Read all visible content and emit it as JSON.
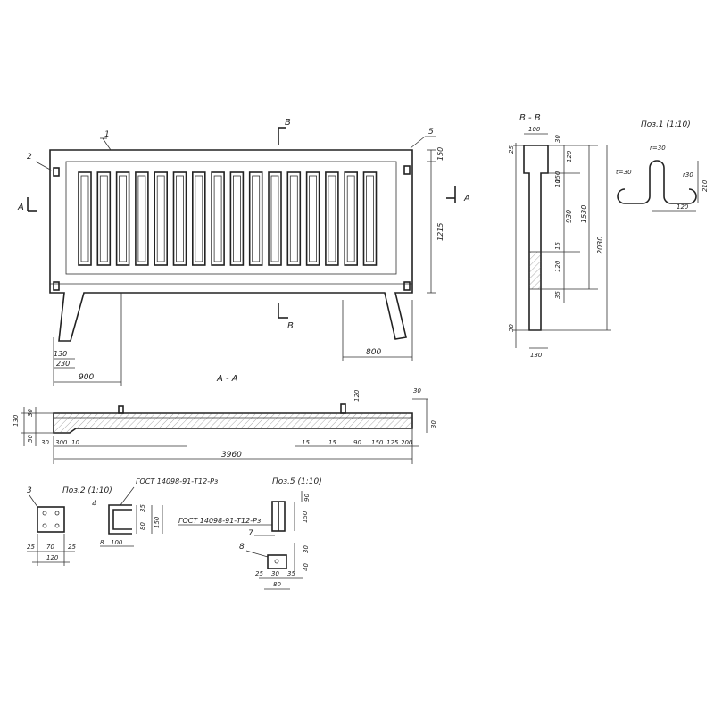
{
  "callouts": {
    "c1": "1",
    "c2": "2",
    "c3": "3",
    "c4": "4",
    "c5": "5",
    "c7": "7",
    "c8": "8"
  },
  "sections": {
    "aa_main": "А - А",
    "a_left": "А",
    "a_right": "А",
    "b_top": "В",
    "b_bottom": "В",
    "bb": "В - В"
  },
  "poz": {
    "p1": "Поз.1 (1:10)",
    "p2": "Поз.2 (1:10)",
    "p5": "Поз.5 (1:10)"
  },
  "gost": {
    "g1": "ГОСТ 14098-91-Т12-Рз",
    "g2": "ГОСТ 14098-91-Т12-Рз"
  },
  "elevation_dims": {
    "d130": "130",
    "d230": "230",
    "d900": "900",
    "d800": "800",
    "d150": "150",
    "d1215": "1215"
  },
  "plan_dims": {
    "d3960": "3960",
    "d300": "300",
    "d10": "10",
    "d15a": "15",
    "d15b": "15",
    "d90": "90",
    "d150": "150",
    "d125": "125",
    "d200": "200",
    "d30a": "30",
    "d30b": "30",
    "d30c": "30",
    "d50": "50",
    "d130": "130",
    "d120": "120",
    "d30d": "30"
  },
  "section_dims": {
    "w100": "100",
    "w130": "130",
    "d30a": "30",
    "d25": "25",
    "d150": "150",
    "d120": "120",
    "d10": "10",
    "d930": "930",
    "d1530": "1530",
    "d2030": "2030",
    "d15": "15",
    "d120b": "120",
    "d35": "35",
    "d30b": "30"
  },
  "poz1_dims": {
    "r30": "r=30",
    "t30": "t=30",
    "r30b": "r30",
    "d210": "210",
    "d120": "120"
  },
  "poz2_dims": {
    "d25a": "25",
    "d70": "70",
    "d25b": "25",
    "d120": "120"
  },
  "poz4_dims": {
    "d35": "35",
    "d80": "80",
    "d150": "150",
    "d8": "8",
    "d100": "100"
  },
  "poz5_dims": {
    "d90": "90",
    "d150": "150"
  },
  "poz8_dims": {
    "d30": "30",
    "d25": "25",
    "d30b": "30",
    "d35": "35",
    "d80": "80",
    "d40": "40"
  }
}
